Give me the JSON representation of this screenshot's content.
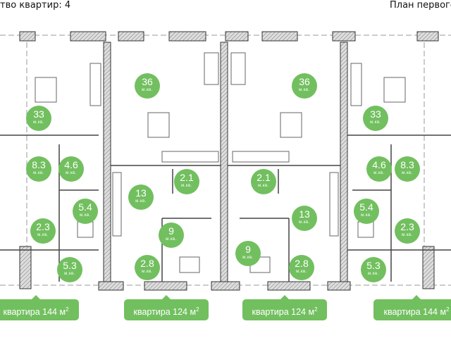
{
  "header": {
    "apartments_count": "тво квартир: 4",
    "plan_title": "План первого"
  },
  "rooms": [
    {
      "area": "33",
      "unit": "м.кв."
    },
    {
      "area": "8.3",
      "unit": "м.кв."
    },
    {
      "area": "4.6",
      "unit": "м.кв."
    },
    {
      "area": "5.4",
      "unit": "м.кв."
    },
    {
      "area": "2.3",
      "unit": "м.кв."
    },
    {
      "area": "5.3",
      "unit": "м.кв."
    },
    {
      "area": "36",
      "unit": "м.кв."
    },
    {
      "area": "13",
      "unit": "м.кв."
    },
    {
      "area": "2.1",
      "unit": "м.кв."
    },
    {
      "area": "9",
      "unit": "м.кв."
    },
    {
      "area": "2.8",
      "unit": "м.кв."
    },
    {
      "area": "36",
      "unit": "м.кв."
    },
    {
      "area": "2.1",
      "unit": "м.кв."
    },
    {
      "area": "13",
      "unit": "м.кв."
    },
    {
      "area": "9",
      "unit": "м.кв."
    },
    {
      "area": "2.8",
      "unit": "м.кв."
    },
    {
      "area": "33",
      "unit": "м.кв."
    },
    {
      "area": "4.6",
      "unit": "м.кв."
    },
    {
      "area": "8.3",
      "unit": "м.кв."
    },
    {
      "area": "5.4",
      "unit": "м.кв."
    },
    {
      "area": "2.3",
      "unit": "м.кв."
    },
    {
      "area": "5.3",
      "unit": "м.кв."
    }
  ],
  "apartments": [
    {
      "label": "квартира 144 м",
      "sup": "2"
    },
    {
      "label": "квартира 124 м",
      "sup": "2"
    },
    {
      "label": "квартира 124 м",
      "sup": "2"
    },
    {
      "label": "квартира 144 м",
      "sup": "2"
    }
  ],
  "colors": {
    "accent": "#72bf5f",
    "wall": "#555555"
  }
}
